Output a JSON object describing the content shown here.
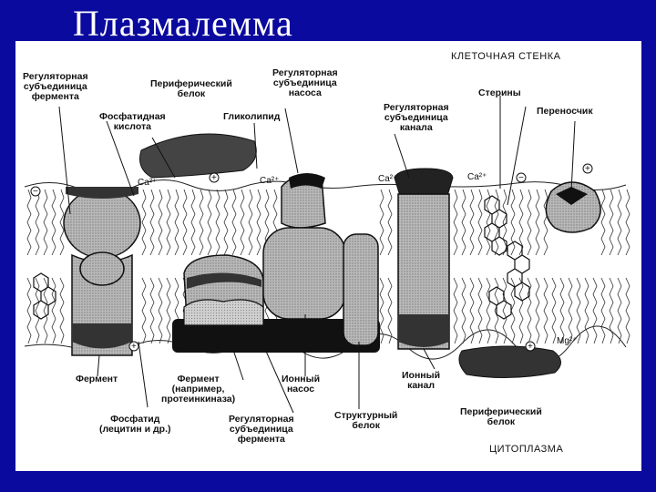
{
  "title": "Плазмалемма",
  "labels": {
    "cell_wall": "КЛЕТОЧНАЯ СТЕНКА",
    "cytoplasm": "ЦИТОПЛАЗМА",
    "reg_enzyme_top": "Регуляторная\nсубъединица\nфермента",
    "peripheral_top": "Периферический\nбелок",
    "reg_pump": "Регуляторная\nсубъединица\nнасоса",
    "phosphatidic": "Фосфатидная\nкислота",
    "glycolipid": "Гликолипид",
    "reg_channel": "Регуляторная\nсубъединица\nканала",
    "sterols": "Стерины",
    "carrier": "Переносчик",
    "enzyme": "Фермент",
    "enzyme_kinase": "Фермент\n(например,\nпротеинкиназа)",
    "ion_pump": "Ионный\nнасос",
    "ion_channel": "Ионный\nканал",
    "peripheral_bottom": "Периферический\nбелок",
    "phosphatide": "Фосфатид\n(лецитин и др.)",
    "reg_enzyme_bottom": "Регуляторная\nсубъединица\nфермента",
    "structural": "Структурный\nбелок"
  },
  "ions": {
    "ca_1": "Ca²⁺",
    "ca_2": "Ca²⁺",
    "ca_3": "Ca²⁺",
    "ca_4": "Ca²⁺",
    "mg": "Mg²⁺"
  }
}
